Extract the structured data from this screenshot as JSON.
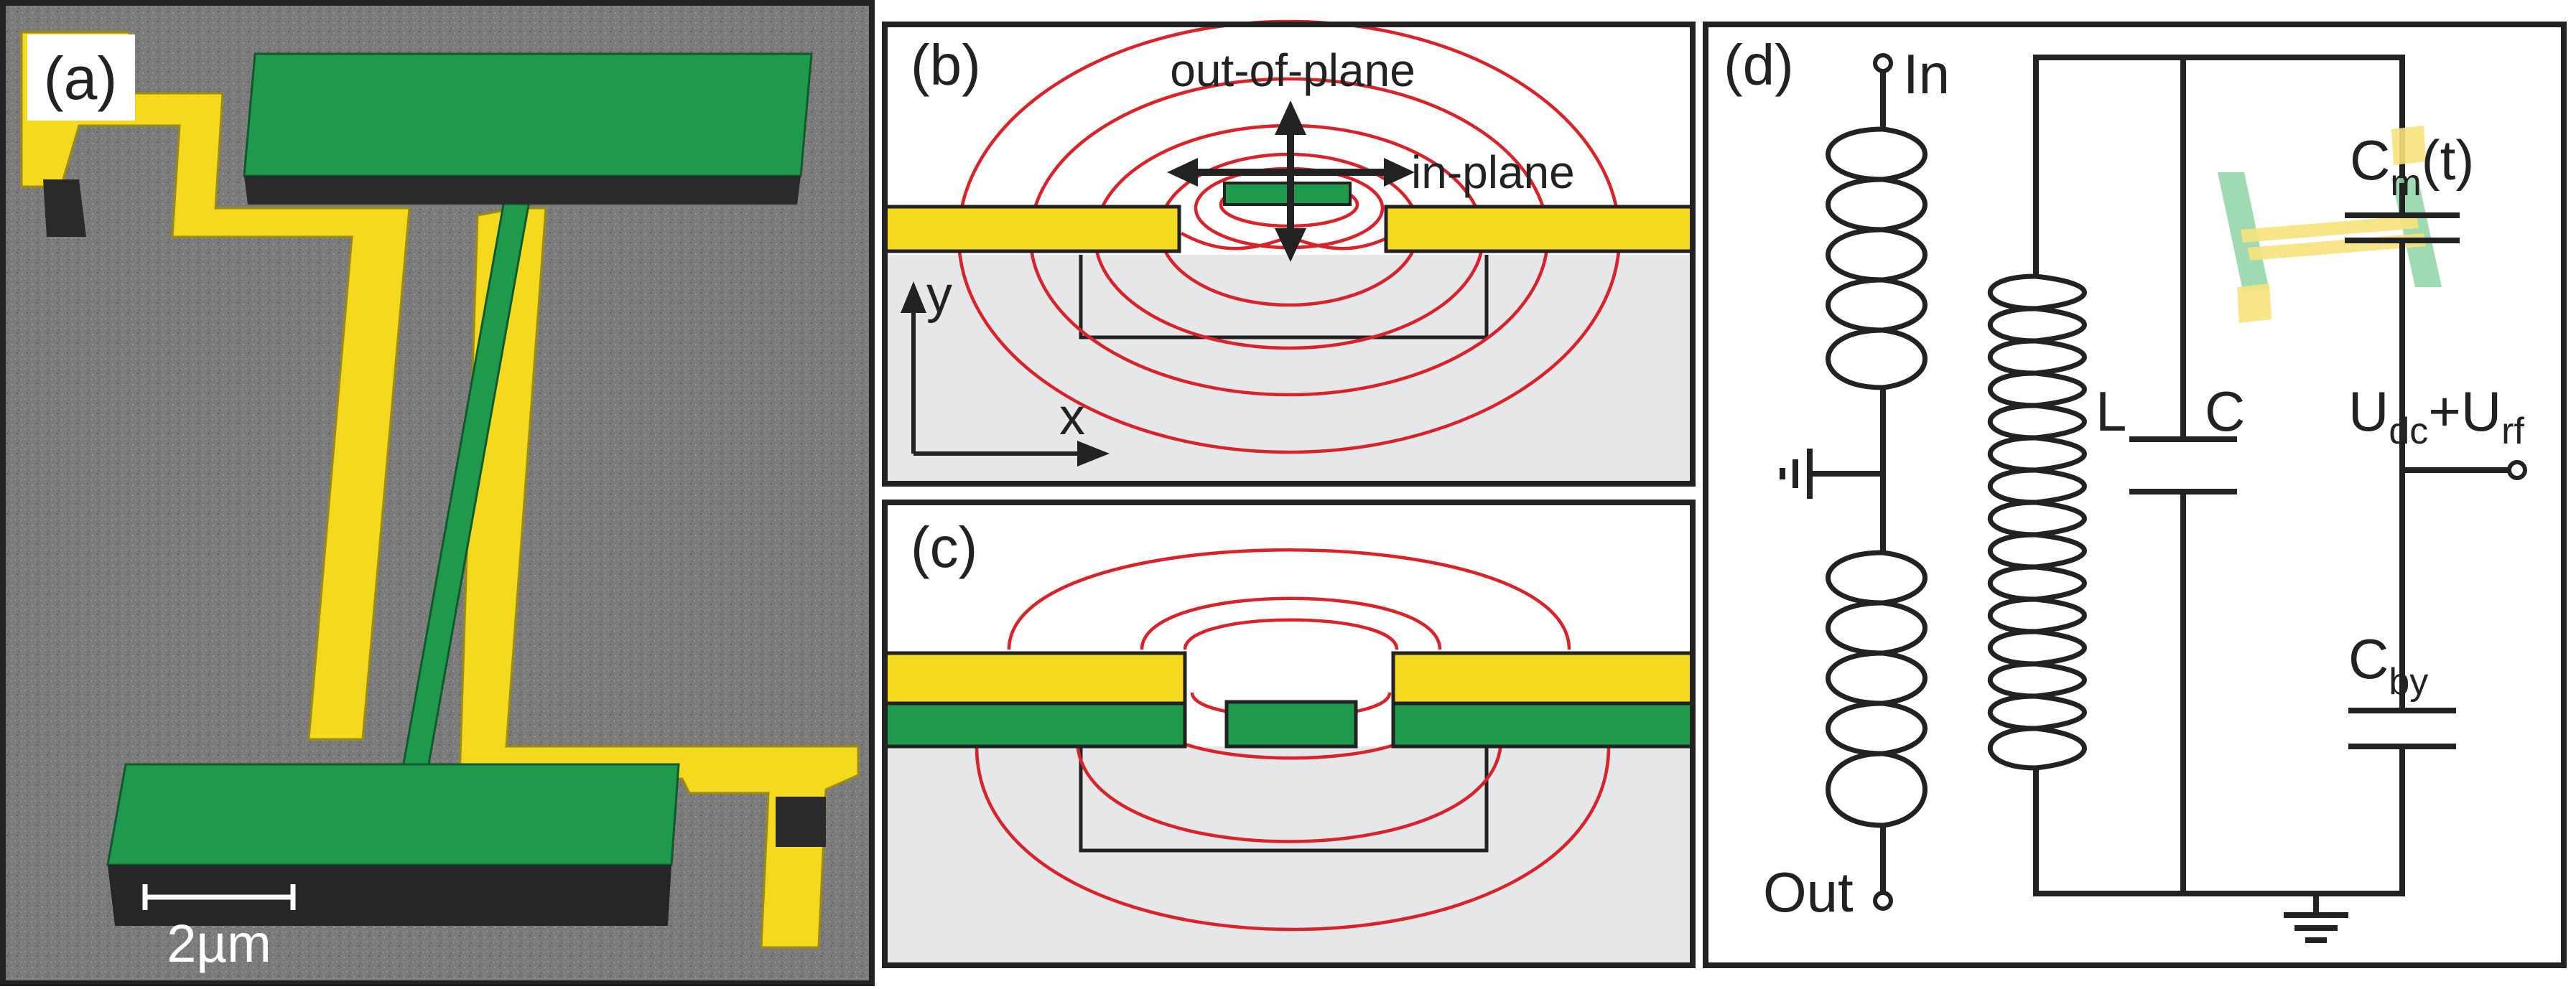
{
  "figure": {
    "panel_a": {
      "tag": "(a)",
      "scale_bar_label": "2µm"
    },
    "panel_b": {
      "tag": "(b)",
      "label_out_of_plane": "out-of-plane",
      "label_in_plane": "in-plane",
      "axis_y": "y",
      "axis_x": "x"
    },
    "panel_c": {
      "tag": "(c)"
    },
    "panel_d": {
      "tag": "(d)",
      "label_in": "In",
      "label_out": "Out",
      "label_L": "L",
      "label_C": "C",
      "label_Cm_main": "C",
      "label_Cm_sub": "m",
      "label_Cm_tail": "(t)",
      "label_U_main1": "U",
      "label_U_sub1": "dc",
      "label_U_main2": "+U",
      "label_U_sub2": "rf",
      "label_Cby_main": "C",
      "label_Cby_sub": "by"
    },
    "colors": {
      "electrode_yellow": "#f5d91f",
      "beam_green": "#1f9a4d",
      "field_red": "#d9232a",
      "substrate_gray": "#e6e7e9",
      "sem_gray": "#7a7a7a"
    }
  }
}
